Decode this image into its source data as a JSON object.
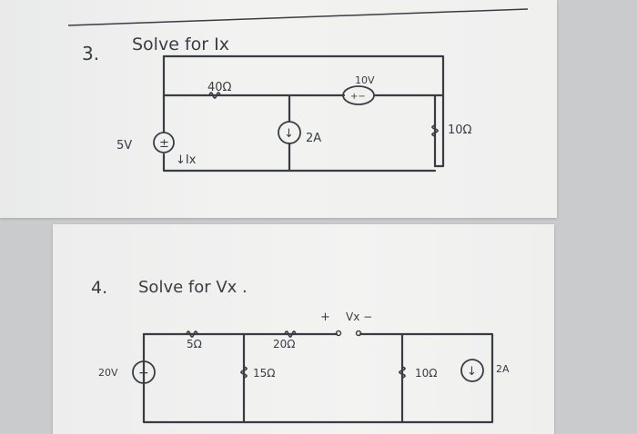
{
  "problem3": {
    "number": "3.",
    "prompt": "Solve for Ix",
    "labels": {
      "r40": "40Ω",
      "v10": "10V",
      "v10_polarity": "+−",
      "v5": "5V",
      "v5_symbol": "±",
      "ix": "↓Ix",
      "i2a": "2A",
      "i2a_arrow": "↓",
      "r10": "10Ω"
    }
  },
  "problem4": {
    "number": "4.",
    "prompt": "Solve for Vx .",
    "labels": {
      "r5": "5Ω",
      "r20": "20Ω",
      "vx_plus": "+",
      "vx": "Vx −",
      "v20": "20V",
      "v20_symbol": "+",
      "r15": "15Ω",
      "r10": "10Ω",
      "i2a_arrow": "↓",
      "i2a": "2A"
    }
  }
}
